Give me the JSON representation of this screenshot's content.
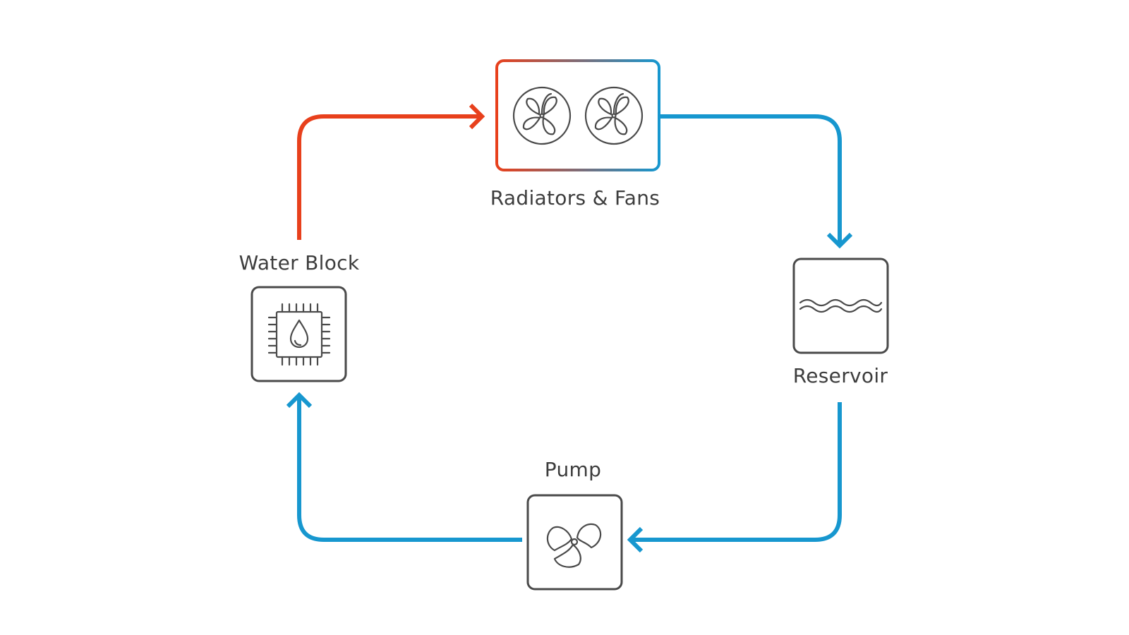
{
  "nodes": {
    "radiators": {
      "label": "Radiators & Fans",
      "icon": "fan-icon"
    },
    "reservoir": {
      "label": "Reservoir",
      "icon": "water-waves-icon"
    },
    "pump": {
      "label": "Pump",
      "icon": "pump-impeller-icon"
    },
    "water_block": {
      "label": "Water Block",
      "icon": "cpu-droplet-icon"
    }
  },
  "colors": {
    "hot": "#e8401c",
    "cool": "#1797cf",
    "outline": "#4a4a4a",
    "text": "#3d3d3d"
  }
}
